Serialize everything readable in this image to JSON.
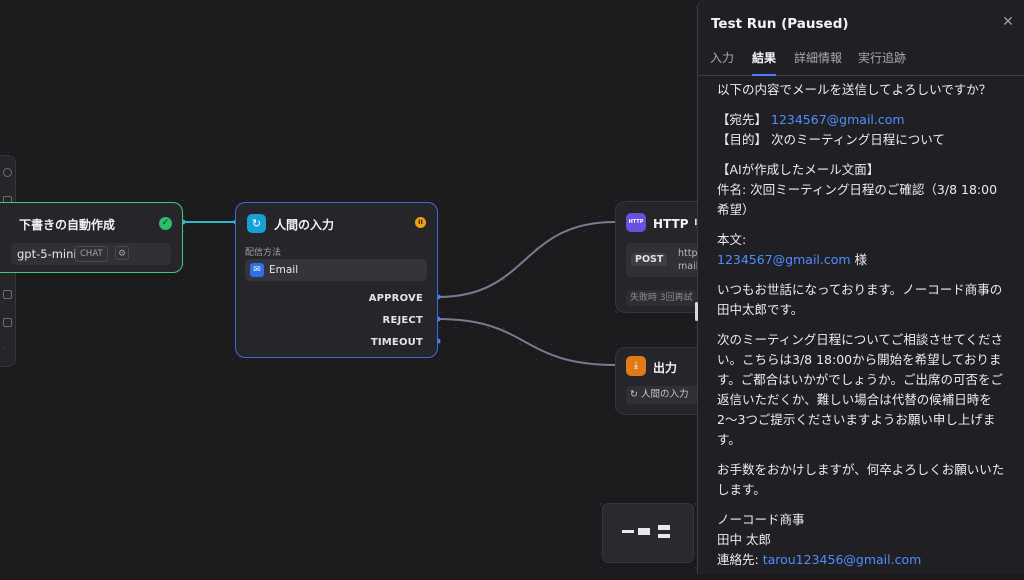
{
  "canvas": {
    "nodes": {
      "llm": {
        "title": "下書きの自動作成",
        "model": "gpt-5-mini",
        "model_tag": "CHAT"
      },
      "human": {
        "title": "人間の入力",
        "section_label": "配信方法",
        "method": "Email",
        "branches": {
          "approve": "APPROVE",
          "reject": "REJECT",
          "timeout": "TIMEOUT"
        }
      },
      "http": {
        "title": "HTTP リ",
        "icon_text": "HTTP",
        "method": "POST",
        "url": "https:/\nmail/s",
        "fail_text": "失敗時 3回再試"
      },
      "output": {
        "title": "出力",
        "ref": "人間の入力"
      }
    }
  },
  "panel": {
    "title": "Test Run (Paused)",
    "tabs": [
      {
        "label": "入力",
        "active": false
      },
      {
        "label": "結果",
        "active": true
      },
      {
        "label": "詳細情報",
        "active": false
      },
      {
        "label": "実行追跡",
        "active": false
      }
    ],
    "content": {
      "question": "以下の内容でメールを送信してよろしいですか？",
      "to_label": "【宛先】",
      "to_email": "1234567@gmail.com",
      "purpose": "【目的】 次のミーティング日程について",
      "ai_header": "【AIが作成したメール文面】",
      "subject": "件名: 次回ミーティング日程のご確認（3/8 18:00希望）",
      "body_label": "本文:",
      "recipient_email": "1234567@gmail.com",
      "honorific": " 様",
      "greeting": "いつもお世話になっております。ノーコード商事の田中太郎です。",
      "paragraph": "次のミーティング日程についてご相談させてください。こちらは3/8 18:00から開始を希望しております。ご都合はいかがでしょうか。ご出席の可否をご返信いただくか、難しい場合は代替の候補日時を2〜3つご提示くださいますようお願い申し上げます。",
      "closing": "お手数をおかけしますが、何卒よろしくお願いいたします。",
      "sig_company": "ノーコード商事",
      "sig_name": "田中 太郎",
      "sig_contact_label": "連絡先: ",
      "sig_email": "tarou123456@gmail.com"
    }
  },
  "colors": {
    "accent": "#4f7cff",
    "success": "#2ebd6b",
    "paused": "#f0a11a",
    "link": "#4f8dff"
  }
}
